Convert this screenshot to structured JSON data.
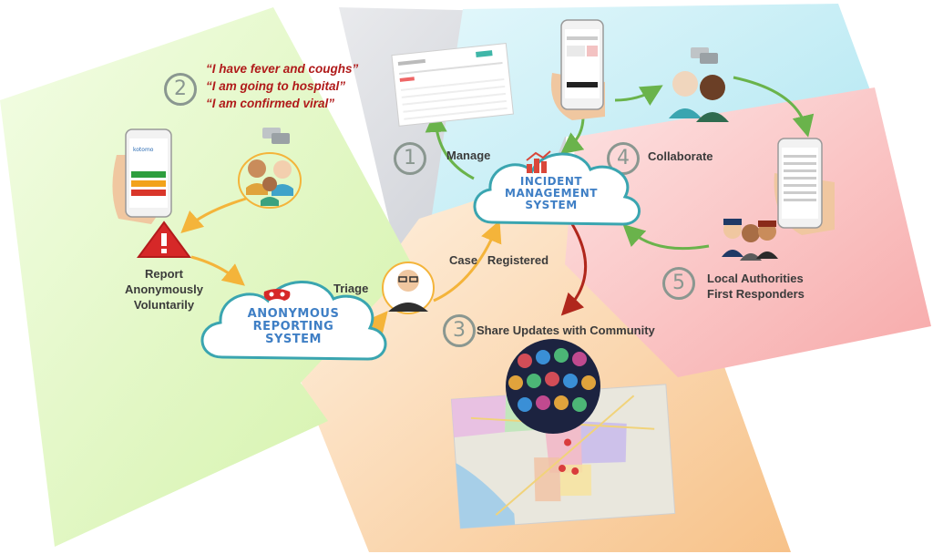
{
  "steps": {
    "one": "1",
    "two": "2",
    "three": "3",
    "four": "4",
    "five": "5"
  },
  "quotes": [
    "“I have fever and coughs”",
    "“I am going to hospital”",
    "“I am confirmed viral”"
  ],
  "labels": {
    "manage": "Manage",
    "collaborate": "Collaborate",
    "case_registered": "Case   Registered",
    "triage": "Triage",
    "share_updates": "Share Updates with Community",
    "report_line1": "Report",
    "report_line2": "Anonymously",
    "report_line3": "Voluntarily",
    "authorities_line1": "Local Authorities",
    "authorities_line2": "First Responders"
  },
  "clouds": {
    "incident_line1": "INCIDENT",
    "incident_line2": "MANAGEMENT",
    "incident_line3": "SYSTEM",
    "anon_line1": "ANONYMOUS",
    "anon_line2": "REPORTING",
    "anon_line3": "SYSTEM"
  },
  "colors": {
    "green_panel": "#dff7bf",
    "gray_panel": "#d9dbe0",
    "cyan_panel": "#bfeaf3",
    "orange_panel": "#fbd3a3",
    "red_panel": "#fbc2c2",
    "arrow_orange": "#f4b43a",
    "arrow_green": "#6ab34b",
    "arrow_red": "#b0271c",
    "cloud_text": "#3f7fc5",
    "alert_red": "#d62828"
  },
  "icons": {
    "alert": "warning-triangle-icon",
    "chat": "chat-bubbles-icon",
    "mask": "mask-icon",
    "chart": "bar-chart-icon",
    "map": "map-image",
    "crowd": "crowd-icon"
  }
}
